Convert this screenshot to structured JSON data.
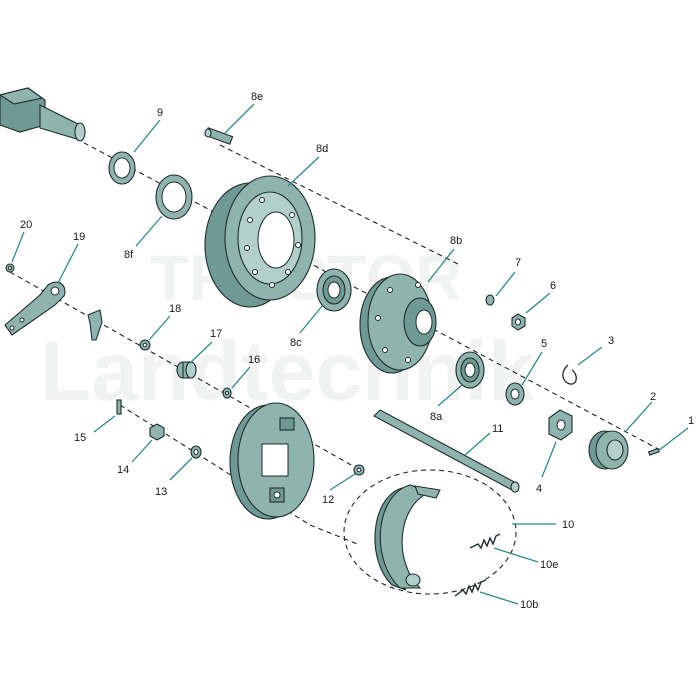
{
  "watermark": {
    "line1": "TRACTOR",
    "line2": "Landtechnik"
  },
  "accent_color": "#2e8b86",
  "part_color": "#8fb4b0",
  "callouts": [
    {
      "id": "c1",
      "label": "1"
    },
    {
      "id": "c2",
      "label": "2"
    },
    {
      "id": "c3",
      "label": "3"
    },
    {
      "id": "c4",
      "label": "4"
    },
    {
      "id": "c5",
      "label": "5"
    },
    {
      "id": "c6",
      "label": "6"
    },
    {
      "id": "c7",
      "label": "7"
    },
    {
      "id": "c8a",
      "label": "8a"
    },
    {
      "id": "c8b",
      "label": "8b"
    },
    {
      "id": "c8c",
      "label": "8c"
    },
    {
      "id": "c8d",
      "label": "8d"
    },
    {
      "id": "c8e",
      "label": "8e"
    },
    {
      "id": "c8f",
      "label": "8f"
    },
    {
      "id": "c9",
      "label": "9"
    },
    {
      "id": "c10",
      "label": "10"
    },
    {
      "id": "c10b",
      "label": "10b"
    },
    {
      "id": "c10e",
      "label": "10e"
    },
    {
      "id": "c11",
      "label": "11"
    },
    {
      "id": "c12",
      "label": "12"
    },
    {
      "id": "c13",
      "label": "13"
    },
    {
      "id": "c14",
      "label": "14"
    },
    {
      "id": "c15",
      "label": "15"
    },
    {
      "id": "c16",
      "label": "16"
    },
    {
      "id": "c17",
      "label": "17"
    },
    {
      "id": "c18",
      "label": "18"
    },
    {
      "id": "c19",
      "label": "19"
    },
    {
      "id": "c20",
      "label": "20"
    }
  ]
}
